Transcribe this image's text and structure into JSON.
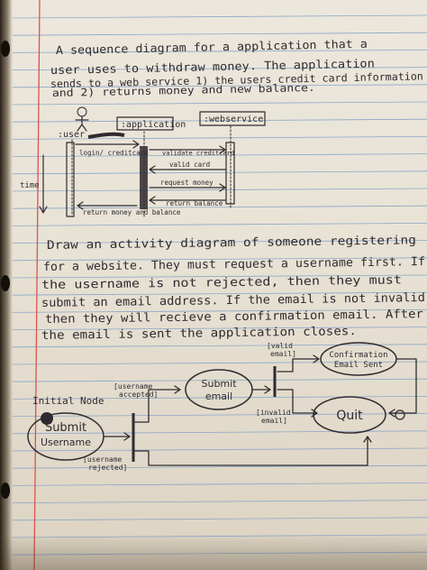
{
  "prompt1": {
    "lines": [
      "A sequence diagram for a application that a",
      "user uses to withdraw money. The application",
      "sends to a web service 1) the users credit card information",
      "and 2) returns money and new balance."
    ]
  },
  "sequence": {
    "lifelines": [
      ":user",
      ":application",
      ":webservice"
    ],
    "messages": [
      "login/ creditcard",
      "validate creditcard",
      "valid card",
      "request money",
      "return balance",
      "return money and balance"
    ],
    "time_label": "time"
  },
  "prompt2": {
    "lines": [
      "Draw an activity diagram of someone registering",
      "for a website. They must request a username first. If",
      "the username is not rejected, then they must",
      "submit an email address. If the email is not invalid",
      "then they will recieve a confirmation email. After",
      "the email is sent the application closes."
    ]
  },
  "activity": {
    "initial_label": "Initial Node",
    "submit_username": [
      "Submit",
      "Username"
    ],
    "submit_email": [
      "Submit",
      "email"
    ],
    "confirmation": [
      "Confirmation",
      "Email Sent"
    ],
    "quit": "Quit",
    "guard_accepted": [
      "[username",
      "accepted]"
    ],
    "guard_rejected": [
      "[username",
      "rejected]"
    ],
    "guard_valid": [
      "[valid",
      "email]"
    ],
    "guard_invalid": [
      "[invalid",
      "email]"
    ]
  }
}
